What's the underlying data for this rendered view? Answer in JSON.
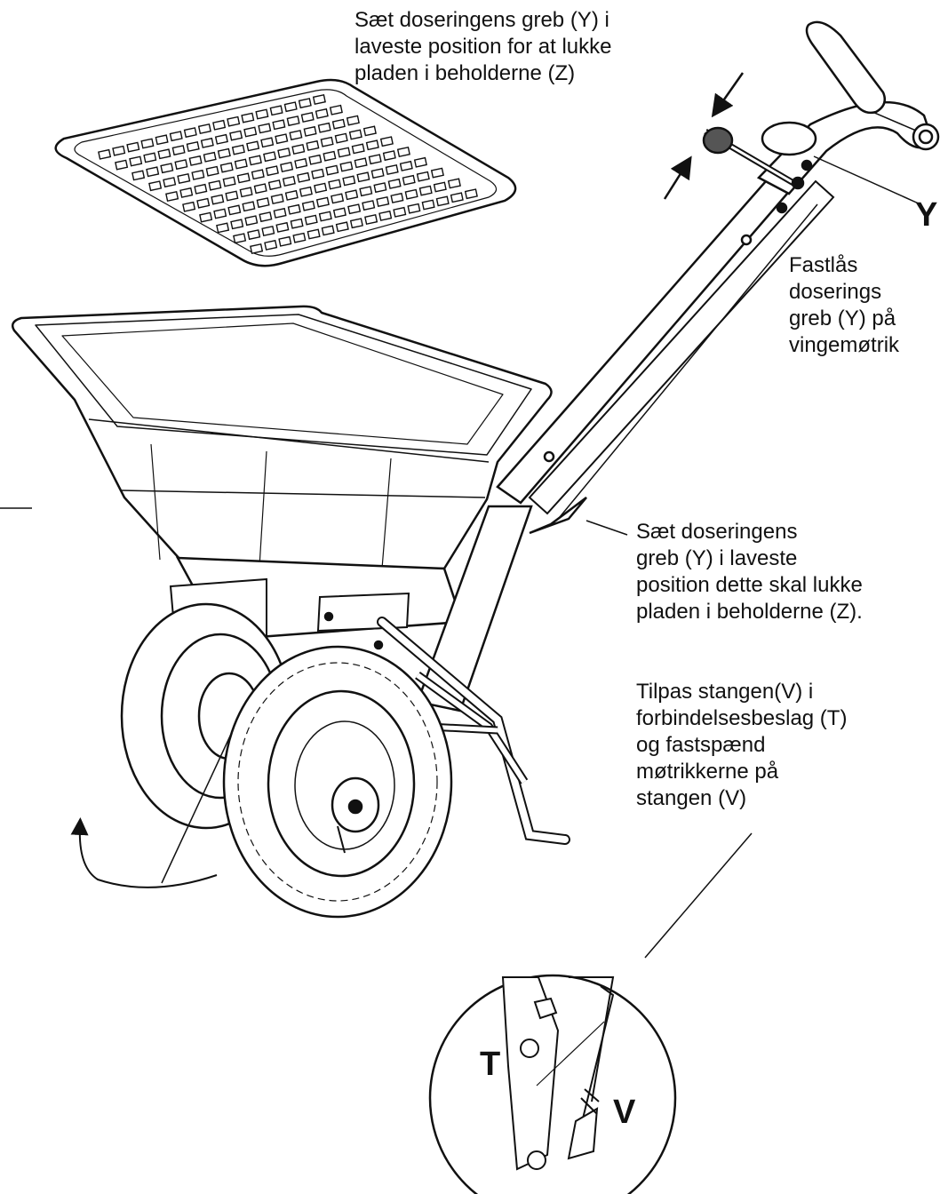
{
  "instructions": {
    "top": {
      "lines": [
        "Sæt doseringens greb (Y) i",
        "laveste position for at lukke",
        "pladen i beholderne (Z)"
      ]
    },
    "lock": {
      "lines": [
        "Fastlås",
        "doserings",
        "greb (Y) på",
        "vingemøtrik"
      ]
    },
    "middle": {
      "lines": [
        "Sæt doseringens",
        "greb (Y) i laveste",
        "position dette skal lukke",
        "pladen i beholderne (Z)."
      ]
    },
    "rod": {
      "lines": [
        "Tilpas stangen(V) i",
        "forbindelsesbeslag (T)",
        "og fastspænd",
        "møtrikkerne på",
        "stangen (V)"
      ]
    }
  },
  "part_labels": {
    "y": "Y",
    "t": "T",
    "v": "V"
  },
  "colors": {
    "ink": "#111111",
    "paper": "#ffffff"
  }
}
